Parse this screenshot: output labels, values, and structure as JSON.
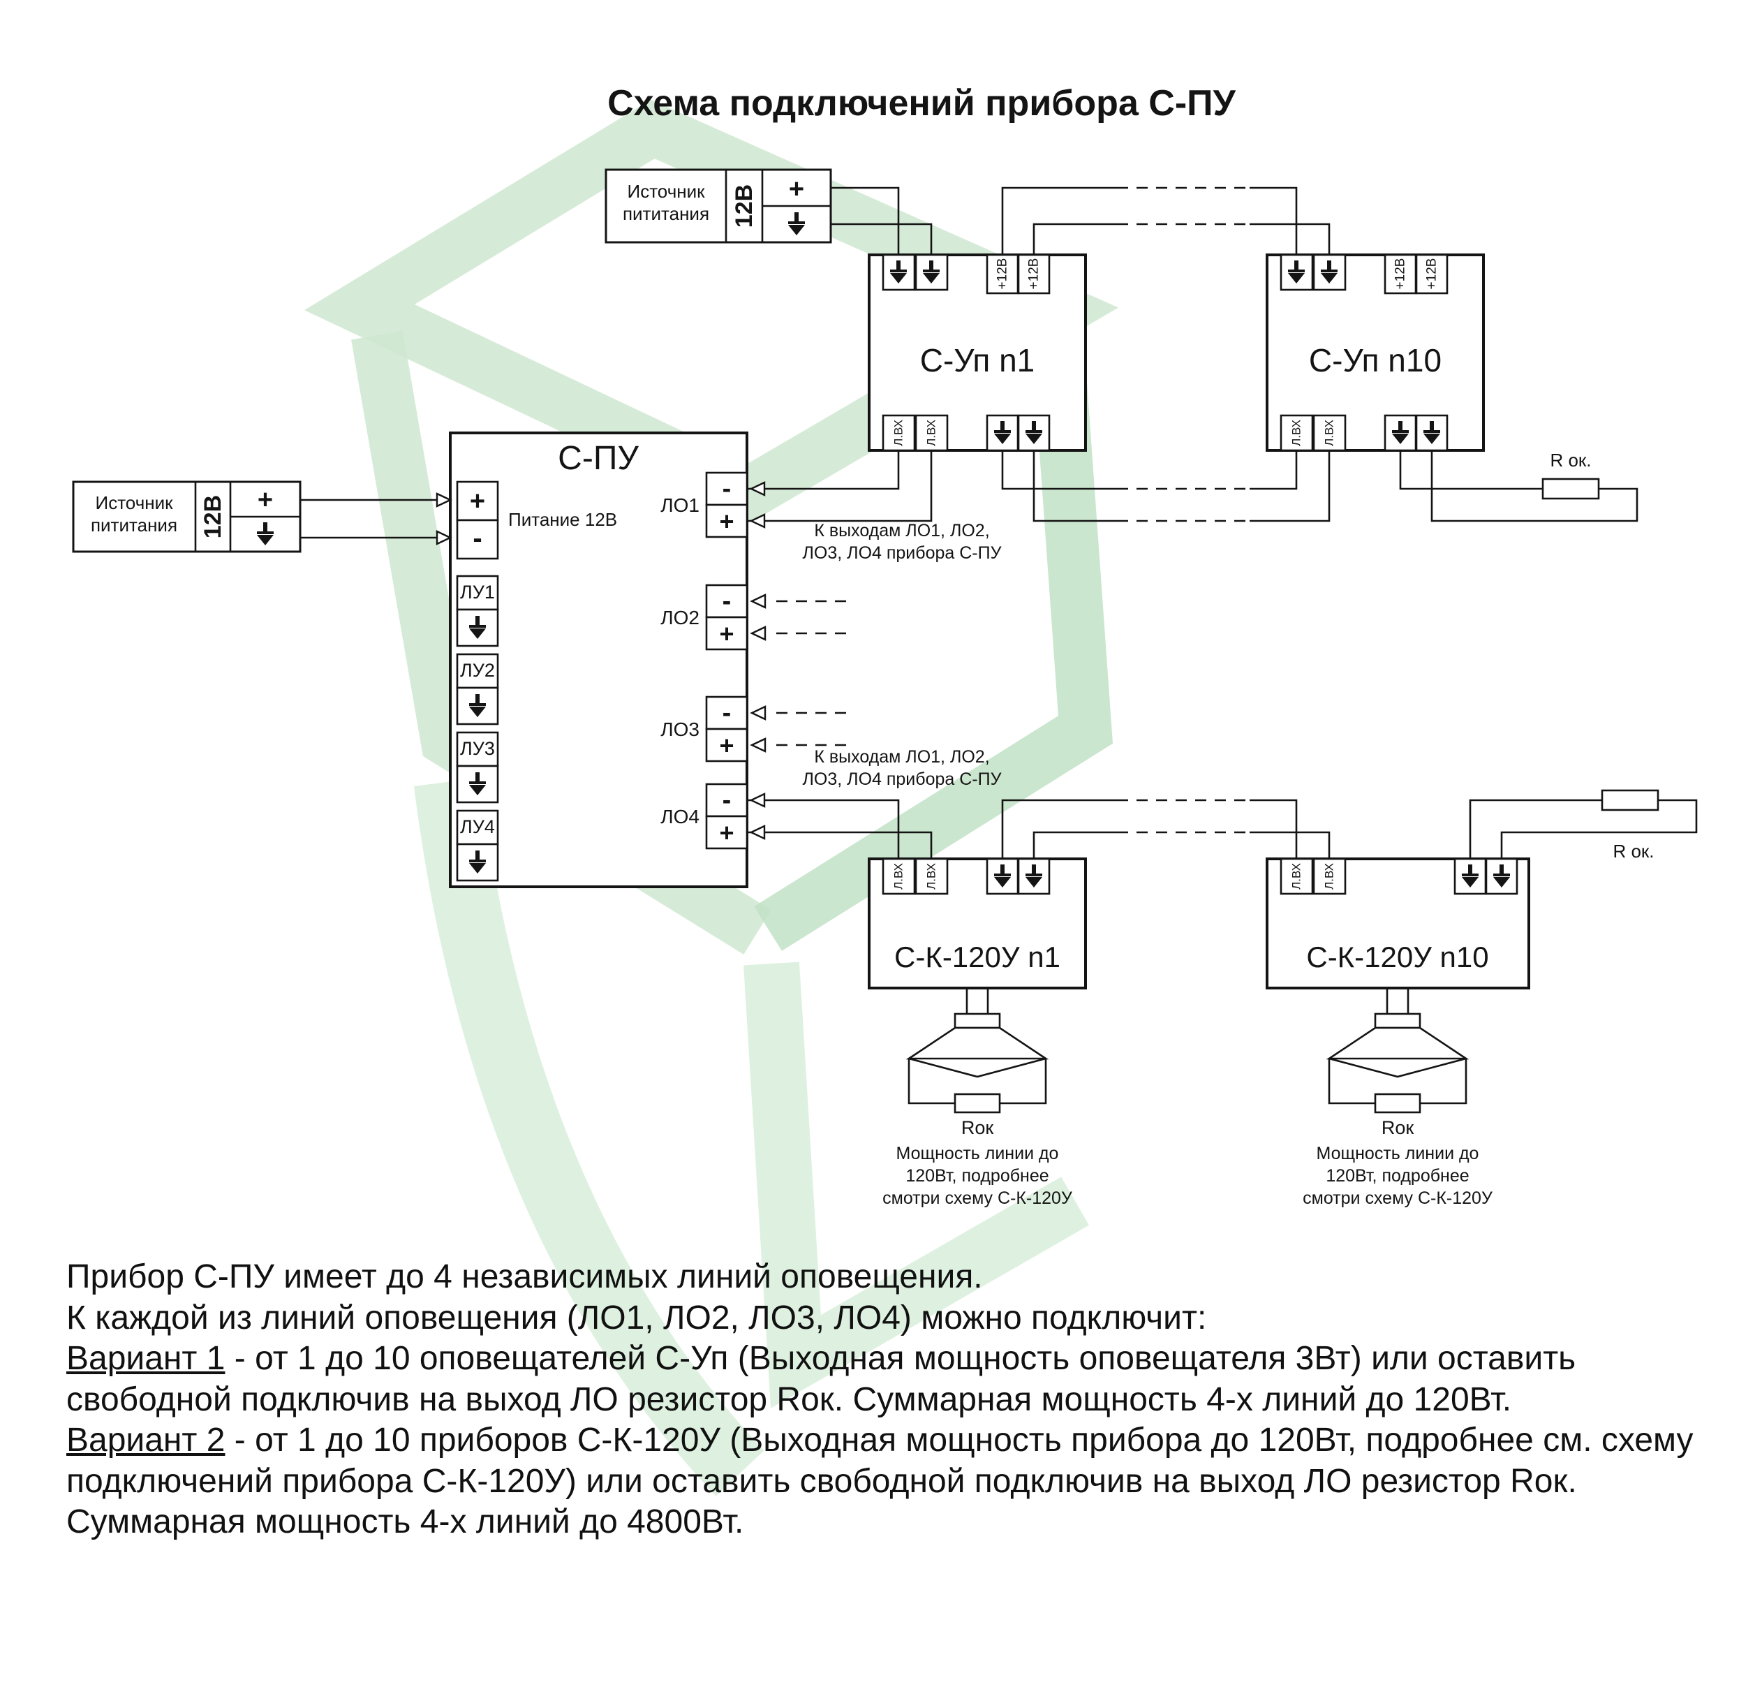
{
  "title": "Схема подключений прибора С-ПУ",
  "psu_top": {
    "name_line1": "Источник",
    "name_line2": "пититания",
    "voltage": "12В",
    "plus": "+"
  },
  "psu_left": {
    "name_line1": "Источник",
    "name_line2": "пититания",
    "voltage": "12В",
    "plus": "+"
  },
  "spu": {
    "title": "С-ПУ",
    "power_label": "Питание 12В",
    "plus": "+",
    "minus": "-",
    "lu1": "ЛУ1",
    "lu2": "ЛУ2",
    "lu3": "ЛУ3",
    "lu4": "ЛУ4",
    "lo1": "ЛО1",
    "lo2": "ЛО2",
    "lo3": "ЛО3",
    "lo4": "ЛО4"
  },
  "sup_n1": {
    "label": "С-Уп n1",
    "p12": "+12В",
    "lvx": "Л.ВХ"
  },
  "sup_n10": {
    "label": "С-Уп n10",
    "p12": "+12В",
    "lvx": "Л.ВХ"
  },
  "sk_n1": {
    "label": "С-К-120У n1",
    "lvx": "Л.ВХ",
    "rok": "Rок",
    "note_line1": "Мощность линии до",
    "note_line2": "120Вт, подробнее",
    "note_line3": "смотри схему С-К-120У"
  },
  "sk_n10": {
    "label": "С-К-120У n10",
    "lvx": "Л.ВХ",
    "rok": "Rок",
    "note_line1": "Мощность линии до",
    "note_line2": "120Вт, подробнее",
    "note_line3": "смотри схему С-К-120У"
  },
  "r_ok_top": "R ок.",
  "r_ok_bottom": "R ок.",
  "annotation_top": {
    "line1": "К выходам ЛО1, ЛО2,",
    "line2": "ЛО3, ЛО4 прибора С-ПУ"
  },
  "annotation_bottom": {
    "line1": "К выходам ЛО1, ЛО2,",
    "line2": "ЛО3, ЛО4 прибора С-ПУ"
  },
  "notes": {
    "p1": "Прибор С-ПУ имеет до 4 независимых линий оповещения.",
    "p2": "К каждой из линий оповещения (ЛО1, ЛО2, ЛО3, ЛО4) можно подключит:",
    "v1_label": "Вариант 1",
    "v1_text": " - от 1 до 10 оповещателей С-Уп (Выходная мощность оповещателя 3Вт) или оставить свободной подключив на выход ЛО резистор Rок. Суммарная мощность 4-х линий до 120Вт.",
    "v2_label": "Вариант 2",
    "v2_text": " - от 1 до 10 приборов С-К-120У (Выходная мощность прибора до 120Вт, подробнее см. схему подключений прибора С-К-120У) или оставить свободной подключив на выход ЛО резистор Rок. Суммарная мощность 4-х линий до 4800Вт."
  }
}
